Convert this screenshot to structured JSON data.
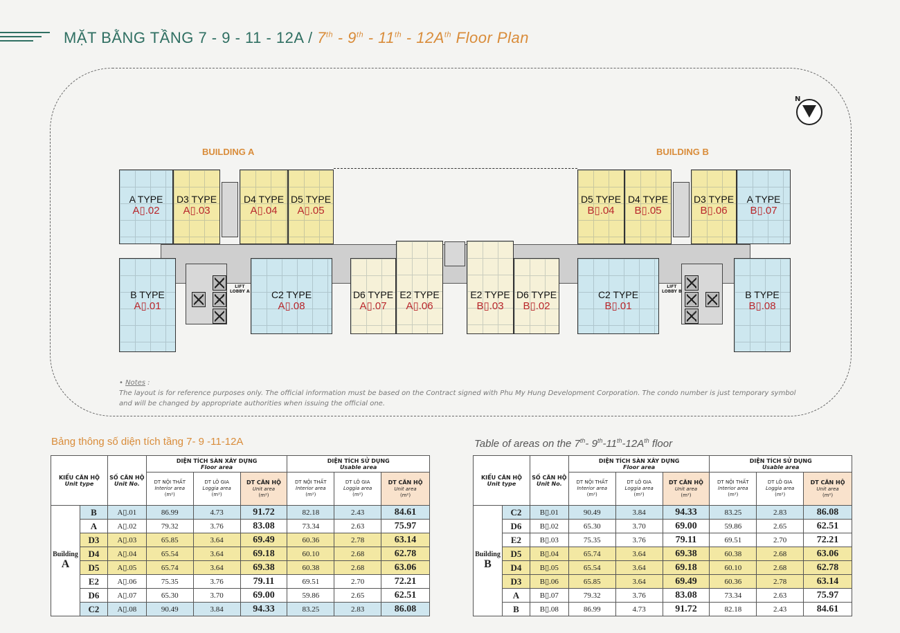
{
  "title": {
    "vi": "MẶT BẰNG TẦNG 7 - 9 - 11 - 12A / ",
    "en_parts": [
      "7",
      "th",
      " - 9",
      "th",
      " - 11",
      "th",
      " - 12A",
      "th",
      " Floor Plan"
    ]
  },
  "buildings": {
    "a_label": "BUILDING A",
    "b_label": "BUILDING B"
  },
  "plan": {
    "units": [
      {
        "type": "A TYPE",
        "no": "A▯.02",
        "color": "blue"
      },
      {
        "type": "D3 TYPE",
        "no": "A▯.03",
        "color": "yellow"
      },
      {
        "type": "D4 TYPE",
        "no": "A▯.04",
        "color": "yellow"
      },
      {
        "type": "D5 TYPE",
        "no": "A▯.05",
        "color": "yellow"
      },
      {
        "type": "B TYPE",
        "no": "A▯.01",
        "color": "blue"
      },
      {
        "type": "C2 TYPE",
        "no": "A▯.08",
        "color": "blue"
      },
      {
        "type": "D6 TYPE",
        "no": "A▯.07",
        "color": "cream"
      },
      {
        "type": "E2 TYPE",
        "no": "A▯.06",
        "color": "cream"
      },
      {
        "type": "E2 TYPE",
        "no": "B▯.03",
        "color": "cream"
      },
      {
        "type": "D6 TYPE",
        "no": "B▯.02",
        "color": "cream"
      },
      {
        "type": "D5 TYPE",
        "no": "B▯.04",
        "color": "yellow"
      },
      {
        "type": "D4 TYPE",
        "no": "B▯.05",
        "color": "yellow"
      },
      {
        "type": "D3 TYPE",
        "no": "B▯.06",
        "color": "yellow"
      },
      {
        "type": "A TYPE",
        "no": "B▯.07",
        "color": "blue"
      },
      {
        "type": "C2 TYPE",
        "no": "B▯.01",
        "color": "blue"
      },
      {
        "type": "B TYPE",
        "no": "B▯.08",
        "color": "blue"
      }
    ],
    "lobby_a": [
      "LIFT",
      "LOBBY A"
    ],
    "lobby_b": [
      "LIFT",
      "LOBBY B"
    ]
  },
  "notes": {
    "heading": "Notes",
    "text": "The layout is for reference purposes only. The official information must be based on the Contract signed with Phu My Hung Development Corporation. The condo number is just temporary symbol and will be changed by appropriate authorities when issuing the official one."
  },
  "table_titles": {
    "vi": "Bảng thông số diện tích tầng 7- 9 -11-12A",
    "en_parts": [
      "Table of areas on the 7",
      "th",
      "- 9",
      "th",
      "-11",
      "th",
      "-12A",
      "th",
      " floor"
    ]
  },
  "table_headers": {
    "unit_type_vi": "KIỂU CĂN HỘ",
    "unit_type_en": "Unit type",
    "unit_no_vi": "SỐ CĂN HỘ",
    "unit_no_en": "Unit No.",
    "floor_area_vi": "DIỆN TÍCH SÀN XÂY DỰNG",
    "floor_area_en": "Floor area",
    "usable_area_vi": "DIỆN TÍCH SỬ DỤNG",
    "usable_area_en": "Usable area",
    "interior_vi": "DT NỘI THẤT",
    "interior_en": "Interior area",
    "loggia_vi": "DT LÔ GIA",
    "loggia_en": "Loggia area",
    "unit_area_vi": "DT CĂN HỘ",
    "unit_area_en": "Unit area",
    "m2": "(m²)",
    "building_word": "Building"
  },
  "table_a": {
    "building_letter": "A",
    "rows": [
      {
        "type": "B",
        "no": "A▯.01",
        "fi": "86.99",
        "fl": "4.73",
        "fu": "91.72",
        "ui": "82.18",
        "ul": "2.43",
        "uu": "84.61",
        "color": "blue"
      },
      {
        "type": "A",
        "no": "A▯.02",
        "fi": "79.32",
        "fl": "3.76",
        "fu": "83.08",
        "ui": "73.34",
        "ul": "2.63",
        "uu": "75.97",
        "color": "white"
      },
      {
        "type": "D3",
        "no": "A▯.03",
        "fi": "65.85",
        "fl": "3.64",
        "fu": "69.49",
        "ui": "60.36",
        "ul": "2.78",
        "uu": "63.14",
        "color": "yellow"
      },
      {
        "type": "D4",
        "no": "A▯.04",
        "fi": "65.54",
        "fl": "3.64",
        "fu": "69.18",
        "ui": "60.10",
        "ul": "2.68",
        "uu": "62.78",
        "color": "yellow"
      },
      {
        "type": "D5",
        "no": "A▯.05",
        "fi": "65.74",
        "fl": "3.64",
        "fu": "69.38",
        "ui": "60.38",
        "ul": "2.68",
        "uu": "63.06",
        "color": "yellow"
      },
      {
        "type": "E2",
        "no": "A▯.06",
        "fi": "75.35",
        "fl": "3.76",
        "fu": "79.11",
        "ui": "69.51",
        "ul": "2.70",
        "uu": "72.21",
        "color": "white"
      },
      {
        "type": "D6",
        "no": "A▯.07",
        "fi": "65.30",
        "fl": "3.70",
        "fu": "69.00",
        "ui": "59.86",
        "ul": "2.65",
        "uu": "62.51",
        "color": "white"
      },
      {
        "type": "C2",
        "no": "A▯.08",
        "fi": "90.49",
        "fl": "3.84",
        "fu": "94.33",
        "ui": "83.25",
        "ul": "2.83",
        "uu": "86.08",
        "color": "blue"
      }
    ]
  },
  "table_b": {
    "building_letter": "B",
    "rows": [
      {
        "type": "C2",
        "no": "B▯.01",
        "fi": "90.49",
        "fl": "3.84",
        "fu": "94.33",
        "ui": "83.25",
        "ul": "2.83",
        "uu": "86.08",
        "color": "blue"
      },
      {
        "type": "D6",
        "no": "B▯.02",
        "fi": "65.30",
        "fl": "3.70",
        "fu": "69.00",
        "ui": "59.86",
        "ul": "2.65",
        "uu": "62.51",
        "color": "white"
      },
      {
        "type": "E2",
        "no": "B▯.03",
        "fi": "75.35",
        "fl": "3.76",
        "fu": "79.11",
        "ui": "69.51",
        "ul": "2.70",
        "uu": "72.21",
        "color": "white"
      },
      {
        "type": "D5",
        "no": "B▯.04",
        "fi": "65.74",
        "fl": "3.64",
        "fu": "69.38",
        "ui": "60.38",
        "ul": "2.68",
        "uu": "63.06",
        "color": "yellow"
      },
      {
        "type": "D4",
        "no": "B▯.05",
        "fi": "65.54",
        "fl": "3.64",
        "fu": "69.18",
        "ui": "60.10",
        "ul": "2.68",
        "uu": "62.78",
        "color": "yellow"
      },
      {
        "type": "D3",
        "no": "B▯.06",
        "fi": "65.85",
        "fl": "3.64",
        "fu": "69.49",
        "ui": "60.36",
        "ul": "2.78",
        "uu": "63.14",
        "color": "yellow"
      },
      {
        "type": "A",
        "no": "B▯.07",
        "fi": "79.32",
        "fl": "3.76",
        "fu": "83.08",
        "ui": "73.34",
        "ul": "2.63",
        "uu": "75.97",
        "color": "white"
      },
      {
        "type": "B",
        "no": "B▯.08",
        "fi": "86.99",
        "fl": "4.73",
        "fu": "91.72",
        "ui": "82.18",
        "ul": "2.43",
        "uu": "84.61",
        "color": "white"
      }
    ]
  }
}
